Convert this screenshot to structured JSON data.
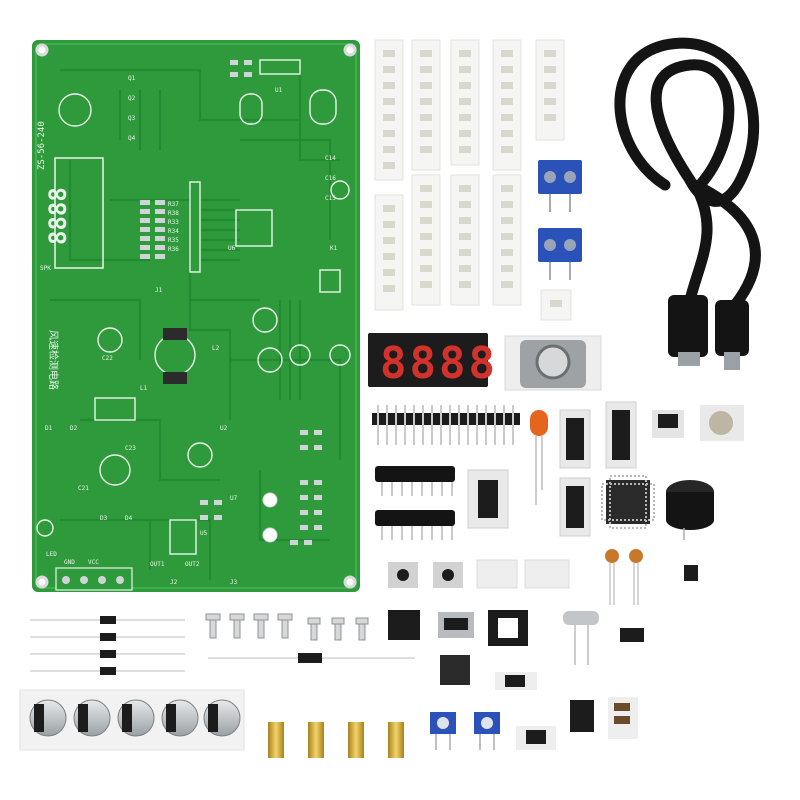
{
  "photo": {
    "subject": "Electronic DIY kit: green PCB with loose components and USB cable",
    "colors": {
      "background": "#ffffff",
      "pcb_green": "#2f9a3c",
      "pcb_trace": "#3fae4c",
      "silkscreen": "#e9f5ea",
      "pad_silver": "#cfd4d6",
      "display_red": "#d2322b",
      "terminal_blue": "#2a52b8",
      "cable_black": "#141414"
    }
  },
  "pcb": {
    "vertical_title": "风速检测电路",
    "model_code": "ZS-56-240",
    "labels": [
      "R37",
      "R38",
      "R33",
      "R34",
      "R35",
      "R36",
      "C16",
      "C15",
      "Q1",
      "Q2",
      "Q3",
      "Q4",
      "U1",
      "U2",
      "U5",
      "U6",
      "U7",
      "C14",
      "C21",
      "C22",
      "C23",
      "K1",
      "J1",
      "J2",
      "J3",
      "L1",
      "L2",
      "LED",
      "SPK",
      "D1",
      "D2",
      "D3",
      "D4",
      "GND",
      "VCC",
      "OUT1",
      "OUT2"
    ]
  },
  "display_digits": "8888",
  "parts": [
    "tape-resistors",
    "screw-terminals",
    "usb-cable",
    "7-segment-display",
    "inductor",
    "pin-header",
    "led",
    "ic-sockets",
    "resistor-networks",
    "mcu-chip",
    "buzzer",
    "tact-switches",
    "ceramic-capacitors",
    "diodes",
    "screws",
    "electrolytic-capacitors",
    "brass-standoffs",
    "potentiometers",
    "crystal",
    "mini-usb-socket"
  ]
}
